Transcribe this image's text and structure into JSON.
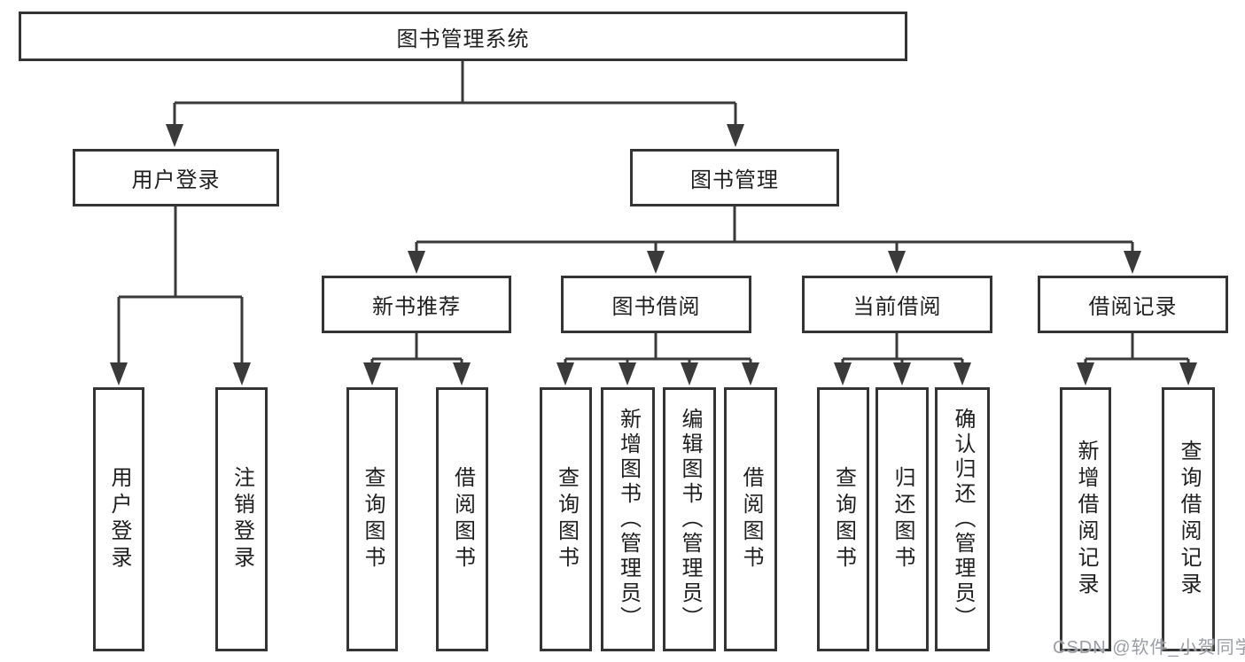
{
  "diagram": {
    "root": {
      "label": "图书管理系统"
    },
    "children": [
      {
        "label": "用户登录",
        "children": [
          {
            "label": "用户登录"
          },
          {
            "label": "注销登录"
          }
        ]
      },
      {
        "label": "图书管理",
        "children": [
          {
            "label": "新书推荐",
            "children": [
              {
                "label": "查询图书"
              },
              {
                "label": "借阅图书"
              }
            ]
          },
          {
            "label": "图书借阅",
            "children": [
              {
                "label": "查询图书"
              },
              {
                "label": "新增图书（管理员）"
              },
              {
                "label": "编辑图书（管理员）"
              },
              {
                "label": "借阅图书"
              }
            ]
          },
          {
            "label": "当前借阅",
            "children": [
              {
                "label": "查询图书"
              },
              {
                "label": "归还图书"
              },
              {
                "label": "确认归还（管理员）"
              }
            ]
          },
          {
            "label": "借阅记录",
            "children": [
              {
                "label": "新增借阅记录"
              },
              {
                "label": "查询借阅记录"
              }
            ]
          }
        ]
      }
    ]
  },
  "watermark": {
    "text": "CSDN @软件_小贺同学"
  },
  "colors": {
    "line": "#3a3a3a",
    "box_border": "#343434",
    "text": "#1f1f1f",
    "background": "#ffffff",
    "watermark": "#9b9ea6"
  }
}
